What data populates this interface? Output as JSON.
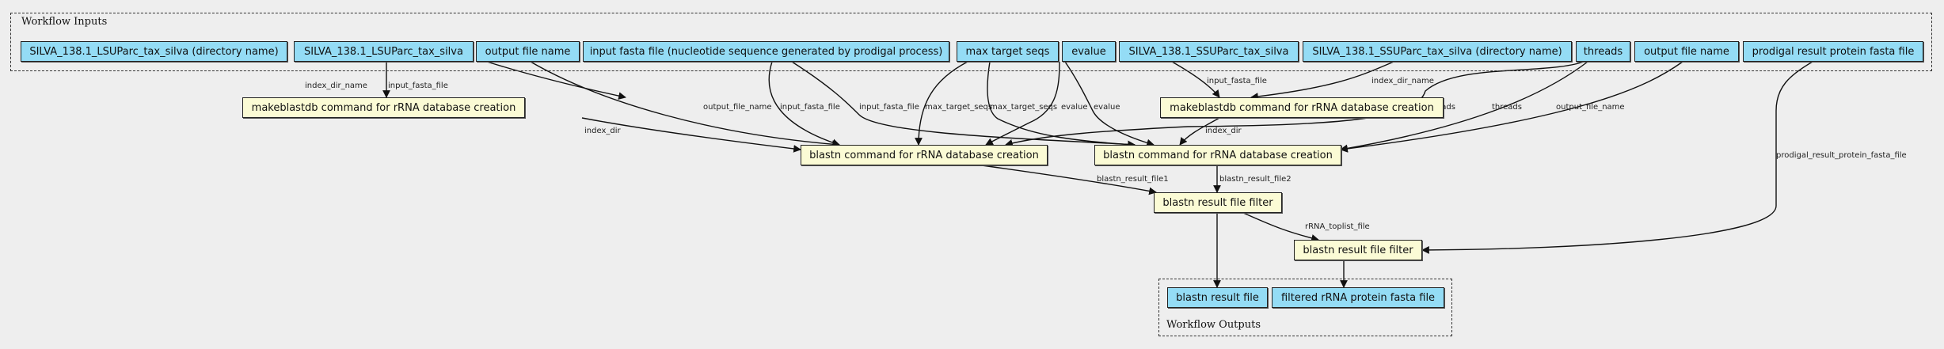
{
  "clusters": {
    "inputs_label": "Workflow Inputs",
    "outputs_label": "Workflow Outputs"
  },
  "inputs": [
    {
      "id": "in_lsu_dir",
      "label": "SILVA_138.1_LSUParc_tax_silva (directory name)"
    },
    {
      "id": "in_lsu",
      "label": "SILVA_138.1_LSUParc_tax_silva"
    },
    {
      "id": "in_out1",
      "label": "output file name"
    },
    {
      "id": "in_fasta",
      "label": "input fasta file (nucleotide sequence generated by prodigal process)"
    },
    {
      "id": "in_maxt",
      "label": "max target seqs"
    },
    {
      "id": "in_evalue",
      "label": "evalue"
    },
    {
      "id": "in_ssu",
      "label": "SILVA_138.1_SSUParc_tax_silva"
    },
    {
      "id": "in_ssu_dir",
      "label": "SILVA_138.1_SSUParc_tax_silva (directory name)"
    },
    {
      "id": "in_threads",
      "label": "threads"
    },
    {
      "id": "in_out2",
      "label": "output file name"
    },
    {
      "id": "in_prot",
      "label": "prodigal result protein fasta file"
    }
  ],
  "steps": [
    {
      "id": "mk1",
      "label": "makeblastdb command for rRNA database creation"
    },
    {
      "id": "mk2",
      "label": "makeblastdb command for rRNA database creation"
    },
    {
      "id": "bl1",
      "label": "blastn command for rRNA database creation"
    },
    {
      "id": "bl2",
      "label": "blastn command for rRNA database creation"
    },
    {
      "id": "f1",
      "label": "blastn result file filter"
    },
    {
      "id": "f2",
      "label": "blastn result file filter"
    }
  ],
  "outputs": [
    {
      "id": "out_blast",
      "label": "blastn result file"
    },
    {
      "id": "out_filtered",
      "label": "filtered rRNA protein fasta file"
    }
  ],
  "edges": [
    {
      "from": "in_lsu_dir",
      "to": "mk1",
      "label": "index_dir_name"
    },
    {
      "from": "in_lsu",
      "to": "mk1",
      "label": "input_fasta_file"
    },
    {
      "from": "mk1",
      "to": "bl1",
      "label": "index_dir"
    },
    {
      "from": "in_out1",
      "to": "bl1",
      "label": "output_file_name"
    },
    {
      "from": "in_fasta",
      "to": "bl1",
      "label": "input_fasta_file"
    },
    {
      "from": "in_fasta",
      "to": "bl2",
      "label": "input_fasta_file"
    },
    {
      "from": "in_maxt",
      "to": "bl1",
      "label": "max_target_seqs"
    },
    {
      "from": "in_maxt",
      "to": "bl2",
      "label": "max_target_seqs"
    },
    {
      "from": "in_evalue",
      "to": "bl1",
      "label": "evalue"
    },
    {
      "from": "in_evalue",
      "to": "bl2",
      "label": "evalue"
    },
    {
      "from": "in_ssu",
      "to": "mk2",
      "label": "input_fasta_file"
    },
    {
      "from": "in_ssu_dir",
      "to": "mk2",
      "label": "index_dir_name"
    },
    {
      "from": "mk2",
      "to": "bl2",
      "label": "index_dir"
    },
    {
      "from": "in_threads",
      "to": "bl1",
      "label": "threads"
    },
    {
      "from": "in_threads",
      "to": "bl2",
      "label": "threads"
    },
    {
      "from": "in_out2",
      "to": "bl2",
      "label": "output_file_name"
    },
    {
      "from": "bl1",
      "to": "f1",
      "label": "blastn_result_file1"
    },
    {
      "from": "bl2",
      "to": "f1",
      "label": "blastn_result_file2"
    },
    {
      "from": "f1",
      "to": "f2",
      "label": "rRNA_toplist_file"
    },
    {
      "from": "in_prot",
      "to": "f2",
      "label": "prodigal_result_protein_fasta_file"
    },
    {
      "from": "f1",
      "to": "out_blast",
      "label": ""
    },
    {
      "from": "f2",
      "to": "out_filtered",
      "label": ""
    }
  ],
  "colors": {
    "io_fill": "#94dcf5",
    "step_fill": "#fbfbd5",
    "background": "#eeeeee",
    "stroke": "#222222"
  }
}
